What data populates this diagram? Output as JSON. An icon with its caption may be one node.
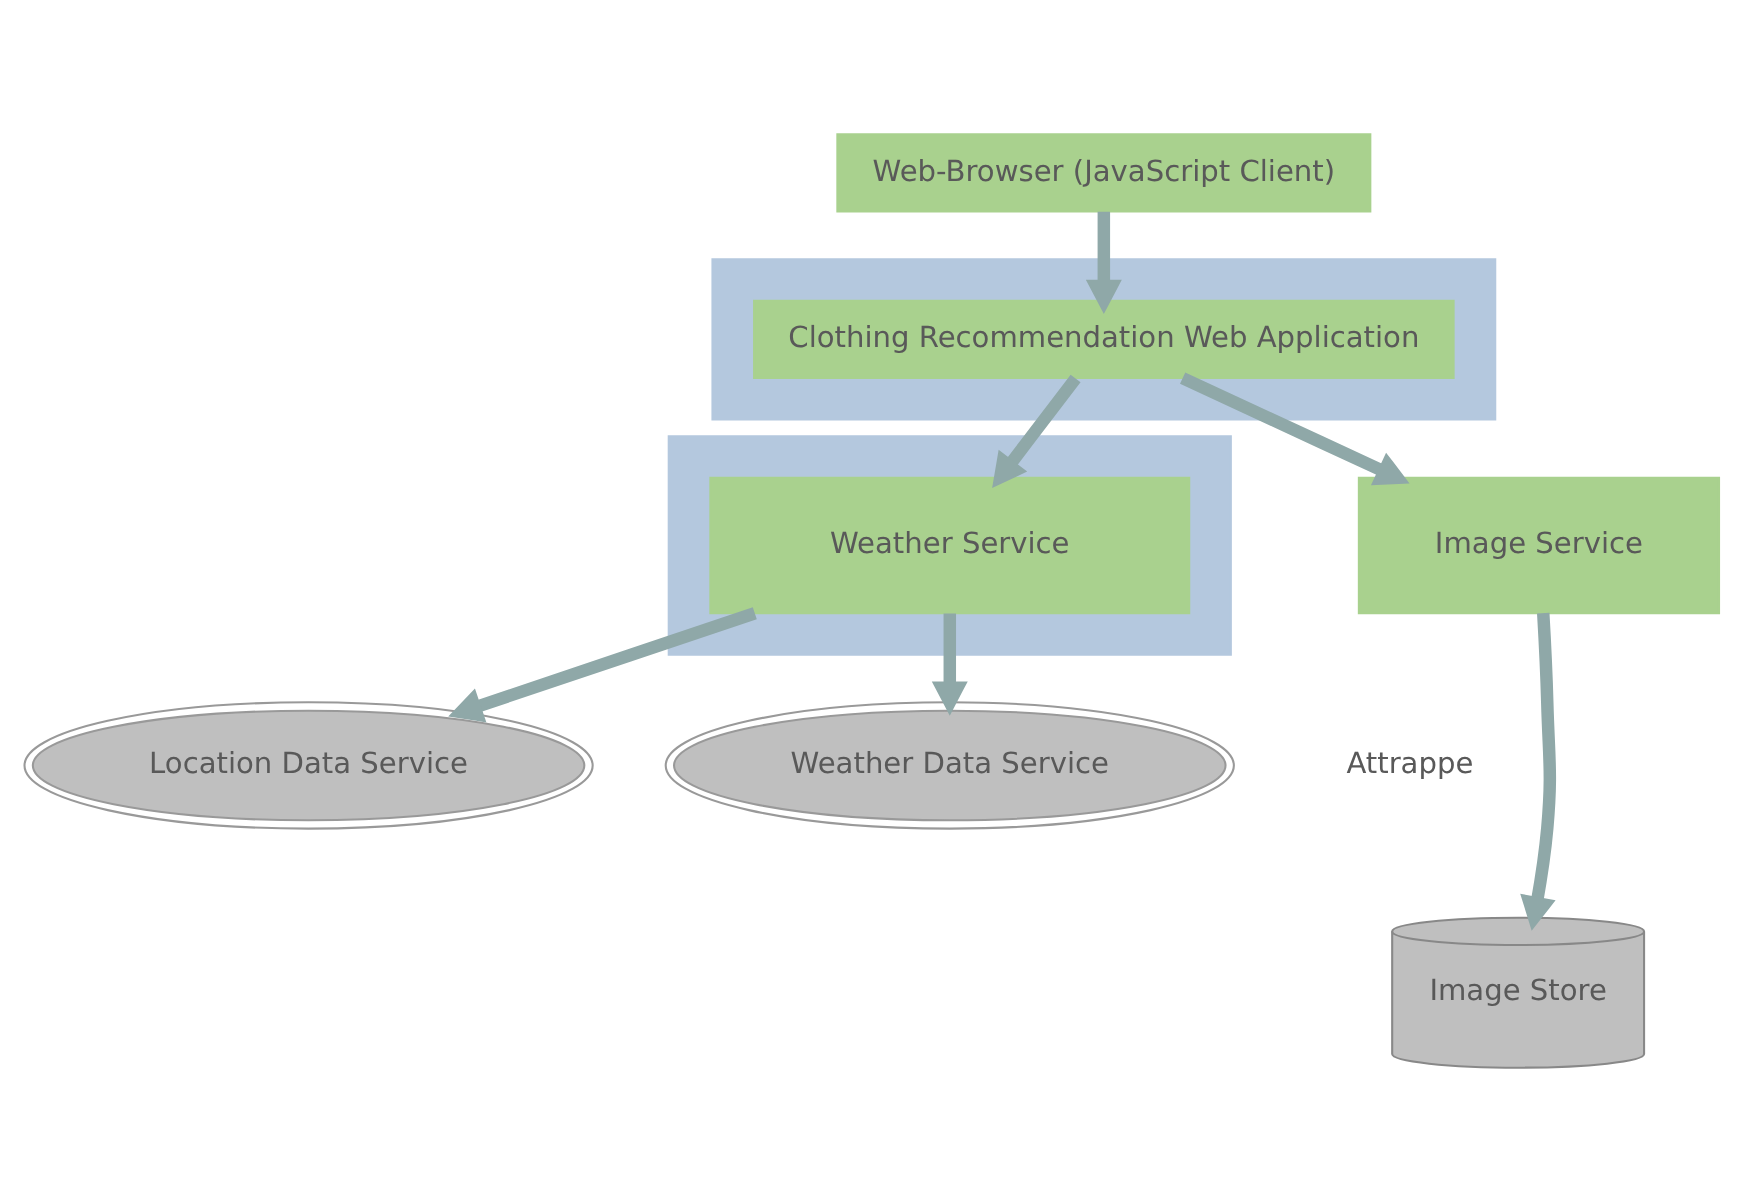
{
  "diagram": {
    "nodes": [
      {
        "text": [
          "Web-Browser (JavaScript Client)"
        ]
      },
      {
        "text": [],
        "shape": "box"
      },
      {
        "text": [
          "Clothing Recommendation Web Application"
        ],
        "in": 1
      },
      {
        "text": [],
        "shape": "box"
      },
      {
        "text": [
          "Weather Service"
        ],
        "in": 3
      },
      {
        "text": [
          "Image Service"
        ]
      },
      {
        "text": [
          "Location Data Service"
        ]
      },
      {
        "text": [
          "Weather Data Service"
        ]
      },
      {
        "text": [
          "Image Store"
        ]
      }
    ],
    "edges": [
      {
        "from": 0,
        "to": 2,
        "arrow": "to"
      },
      {
        "from": 2,
        "to": 4,
        "arrow": "to"
      },
      {
        "from": 2,
        "to": 5,
        "arrow": "to"
      },
      {
        "from": 4,
        "to": 6,
        "arrow": "to"
      },
      {
        "from": 4,
        "to": 7,
        "arrow": "to"
      },
      {
        "from": 5,
        "to": 8,
        "arrow": "to"
      }
    ],
    "labels": [
      "Attrappe"
    ]
  }
}
